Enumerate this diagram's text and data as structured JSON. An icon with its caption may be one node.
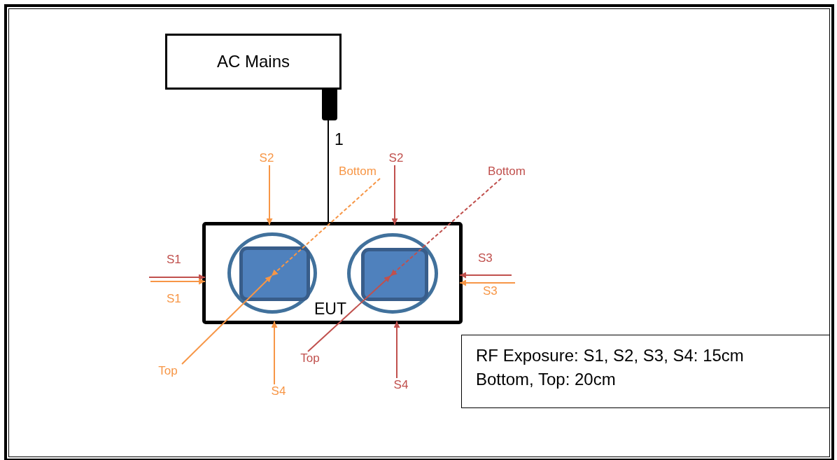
{
  "diagram": {
    "nodes": [
      {
        "text": [
          "AC Mains"
        ]
      },
      {
        "text": [
          "EUT"
        ]
      },
      {
        "text": [],
        "shape": "circle",
        "in": 1
      },
      {
        "text": [],
        "shape": "box",
        "in": 2
      },
      {
        "text": [],
        "shape": "circle",
        "in": 1
      },
      {
        "text": [],
        "shape": "box",
        "in": 4
      },
      {
        "text": [
          "S2"
        ]
      },
      {
        "text": [
          "Bottom"
        ]
      },
      {
        "text": [
          "S2"
        ]
      },
      {
        "text": [
          "Bottom"
        ]
      },
      {
        "text": [
          "Top"
        ]
      },
      {
        "text": [
          "Top"
        ]
      },
      {
        "text": [
          "S4"
        ]
      },
      {
        "text": [
          "S4"
        ]
      },
      {
        "text": [
          "RF Exposure: S1, S2, S3, S4: 15cm",
          "Bottom, Top: 20cm"
        ]
      }
    ],
    "edges": [
      {
        "from": 0,
        "to": 1,
        "arrow": "none",
        "label": "1",
        "color": "#000000"
      },
      {
        "from": 6,
        "to": 1,
        "arrow": "to",
        "color": "#f79646"
      },
      {
        "from": 7,
        "to": 3,
        "arrow": "to",
        "style": "dashed",
        "color": "#f79646"
      },
      {
        "from": 8,
        "to": 1,
        "arrow": "to",
        "color": "#c0504d"
      },
      {
        "from": 9,
        "to": 5,
        "arrow": "to",
        "style": "dashed",
        "color": "#c0504d"
      },
      {
        "from": null,
        "to": 1,
        "arrow": "to",
        "label": "S1",
        "color": "#c0504d"
      },
      {
        "from": null,
        "to": 1,
        "arrow": "to",
        "label": "S1",
        "color": "#f79646"
      },
      {
        "from": null,
        "to": 1,
        "arrow": "to",
        "label": "S3",
        "color": "#c0504d"
      },
      {
        "from": null,
        "to": 1,
        "arrow": "to",
        "label": "S3",
        "color": "#f79646"
      },
      {
        "from": 10,
        "to": 3,
        "arrow": "to",
        "color": "#f79646"
      },
      {
        "from": 11,
        "to": 5,
        "arrow": "to",
        "color": "#c0504d"
      },
      {
        "from": 12,
        "to": 1,
        "arrow": "to",
        "color": "#f79646"
      },
      {
        "from": 13,
        "to": 1,
        "arrow": "to",
        "color": "#c0504d"
      }
    ]
  }
}
